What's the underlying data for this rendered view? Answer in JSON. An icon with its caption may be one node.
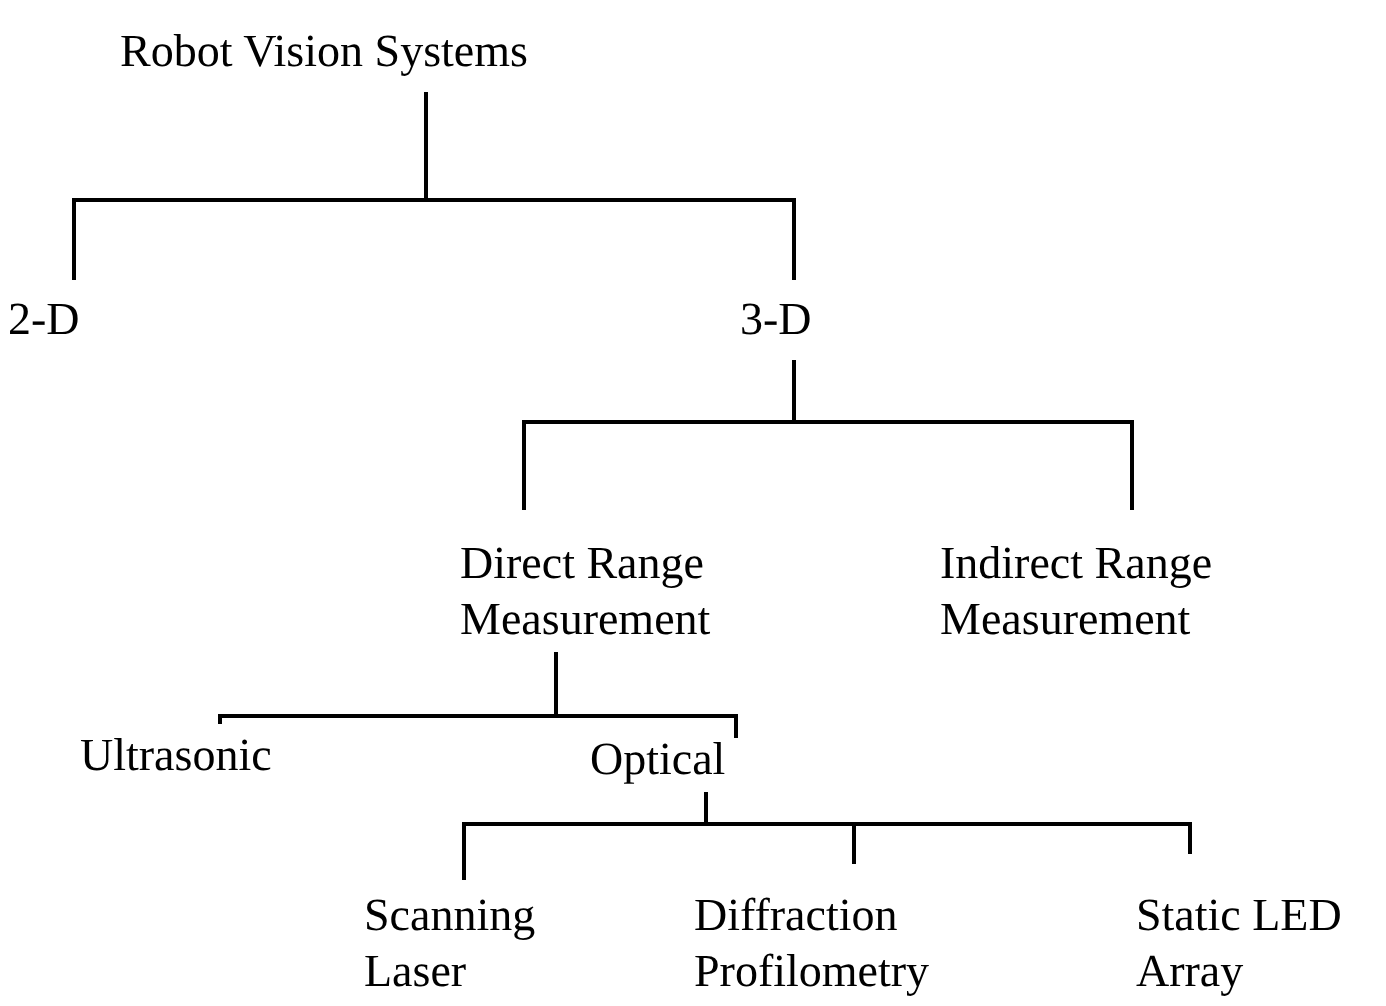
{
  "diagram": {
    "nodes": [
      {
        "text": [
          "Robot Vision Systems"
        ]
      },
      {
        "text": [
          "2-D"
        ]
      },
      {
        "text": [
          "3-D"
        ]
      },
      {
        "text": [
          "Direct Range Measurement"
        ]
      },
      {
        "text": [
          "Indirect Range Measurement"
        ]
      },
      {
        "text": [
          "Ultrasonic"
        ]
      },
      {
        "text": [
          "Optical"
        ]
      },
      {
        "text": [
          "Scanning Laser"
        ]
      },
      {
        "text": [
          "Diffraction Profilometry"
        ]
      },
      {
        "text": [
          "Static LED Array"
        ]
      }
    ],
    "edges": [
      {
        "from": 0,
        "to": 1,
        "arrow": "none"
      },
      {
        "from": 0,
        "to": 2,
        "arrow": "none"
      },
      {
        "from": 2,
        "to": 3,
        "arrow": "none"
      },
      {
        "from": 2,
        "to": 4,
        "arrow": "none"
      },
      {
        "from": 3,
        "to": 5,
        "arrow": "none"
      },
      {
        "from": 3,
        "to": 6,
        "arrow": "none"
      },
      {
        "from": 6,
        "to": 7,
        "arrow": "none"
      },
      {
        "from": 6,
        "to": 8,
        "arrow": "none"
      },
      {
        "from": 6,
        "to": 9,
        "arrow": "none"
      }
    ]
  }
}
